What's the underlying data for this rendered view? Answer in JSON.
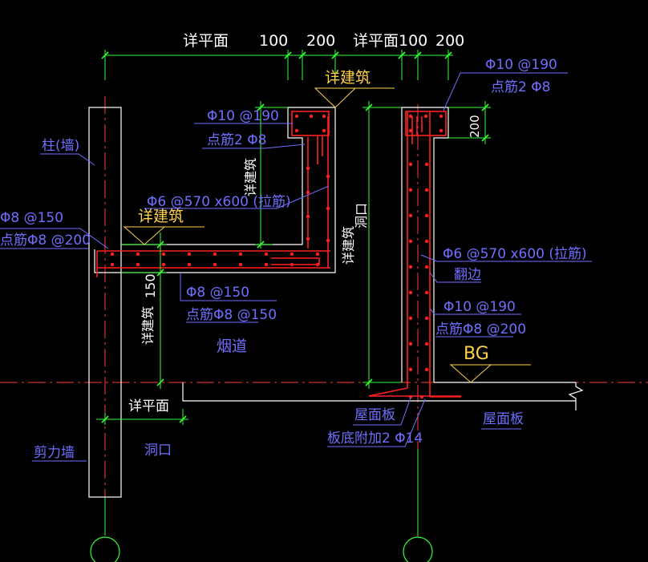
{
  "colors": {
    "background": "#000000",
    "outline": "#ffffff",
    "rebar": "#ff2020",
    "dimension": "#33ff33",
    "leader": "#6f6fff",
    "note": "#ffd24a",
    "axis": "#ff3b3b",
    "annotation": "#ffffff"
  },
  "dimensions": {
    "top_1": "详平面",
    "top_2": "100",
    "top_3": "200",
    "top_4": "详平面",
    "top_5": "100",
    "top_6": "200",
    "right_200": "200",
    "slab_150": "150",
    "left_vertical": "详建筑",
    "mid_vertical": "详建筑",
    "opening_vertical": "洞口",
    "bottom_left": "详平面"
  },
  "notes": {
    "arch_top": "详建筑",
    "arch_left": "详建筑",
    "bg_mark": "BG"
  },
  "labels": {
    "col_wall": "柱(墙)",
    "left_top_1": "Φ8 @150",
    "left_top_2": "点筋Φ8 @200",
    "upstand_1": "Φ10 @190",
    "upstand_2": "点筋2 Φ8",
    "tie_left": "Φ6 @570 x600 (拉筋)",
    "slab_1": "Φ8 @150",
    "slab_2": "点筋Φ8 @150",
    "flue": "烟道",
    "right_top_1": "Φ10 @190",
    "right_top_2": "点筋2 Φ8",
    "tie_right": "Φ6 @570 x600 (拉筋)",
    "turn_edge": "翻边",
    "right_mid_1": "Φ10 @190",
    "right_mid_2": "点筋Φ8 @200",
    "roof_slab_1": "屋面板",
    "roof_slab_note": "板底附加2 Φ14",
    "roof_slab_2": "屋面板",
    "shear_wall": "剪力墙",
    "opening": "洞口"
  }
}
